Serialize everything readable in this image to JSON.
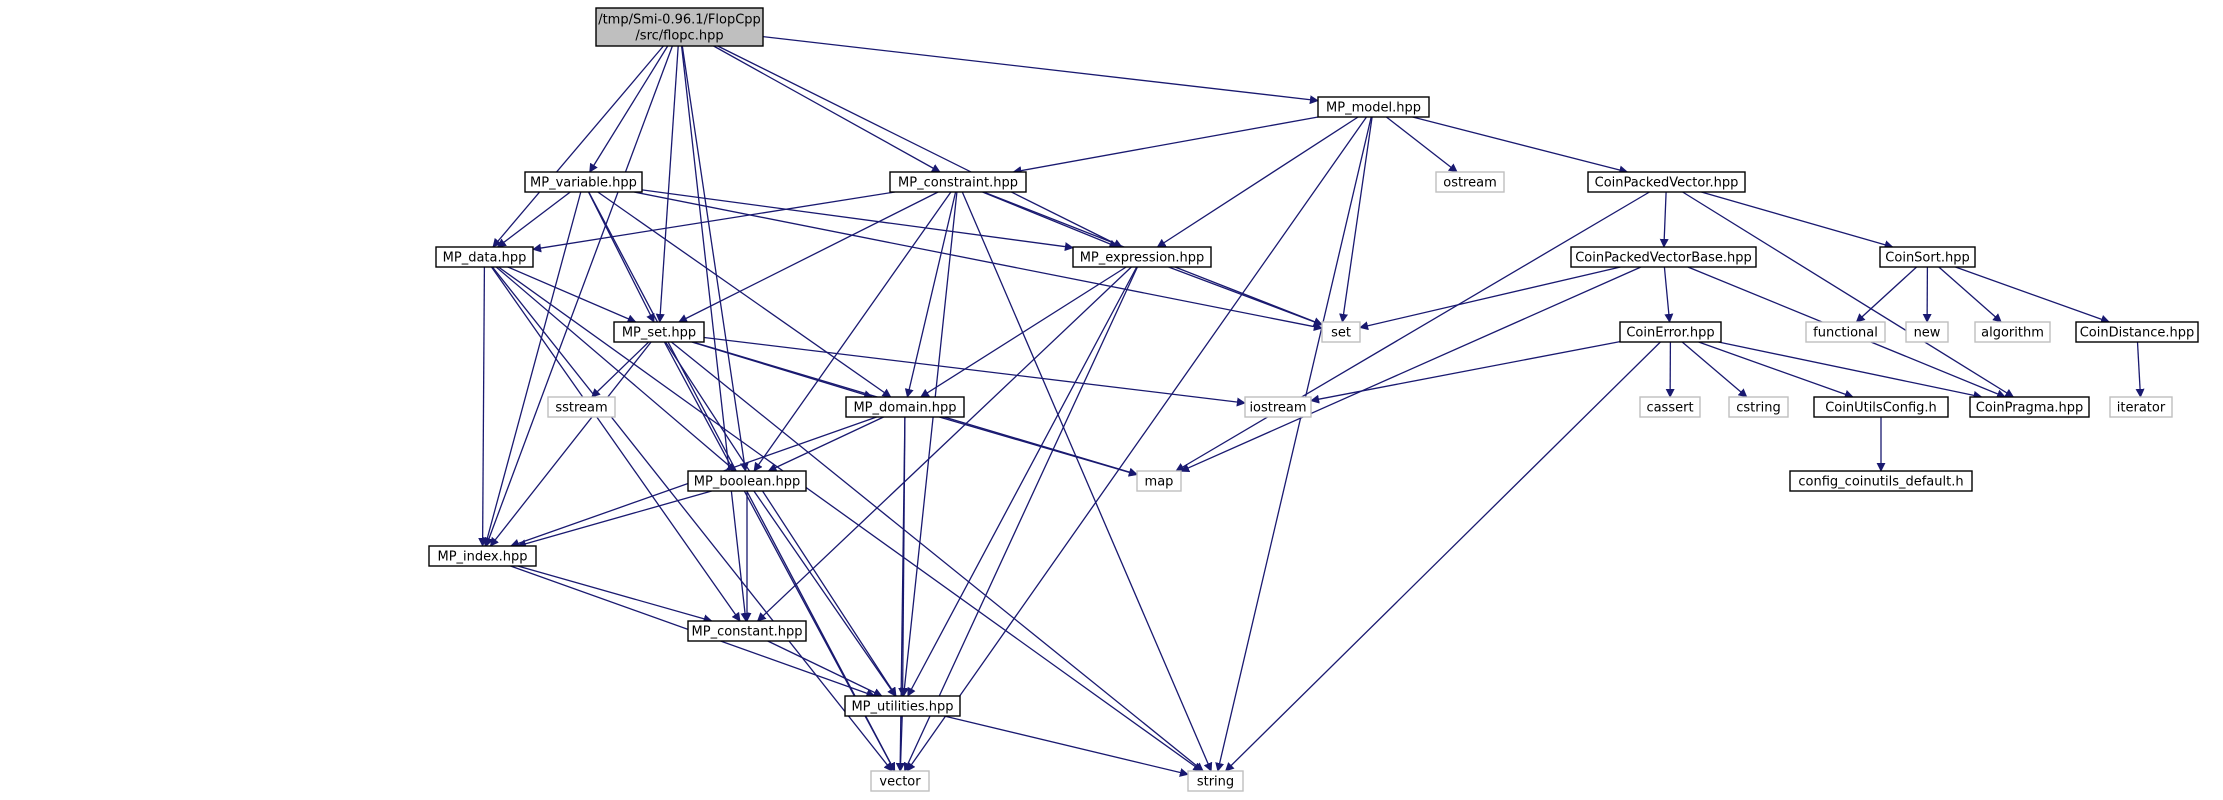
{
  "diagram": {
    "edge_color": "#191970",
    "main_fill": "#bfbfbf",
    "system_border": "#bfbfbf",
    "nodes": [
      {
        "id": "flopc",
        "lines": [
          "/tmp/Smi-0.96.1/FlopCpp",
          "/src/flopc.hpp"
        ],
        "kind": "main"
      },
      {
        "id": "mp_model",
        "lines": [
          "MP_model.hpp"
        ],
        "kind": "file"
      },
      {
        "id": "mp_variable",
        "lines": [
          "MP_variable.hpp"
        ],
        "kind": "file"
      },
      {
        "id": "mp_constraint",
        "lines": [
          "MP_constraint.hpp"
        ],
        "kind": "file"
      },
      {
        "id": "ostream",
        "lines": [
          "ostream"
        ],
        "kind": "system"
      },
      {
        "id": "coinpackedvector",
        "lines": [
          "CoinPackedVector.hpp"
        ],
        "kind": "file"
      },
      {
        "id": "mp_data",
        "lines": [
          "MP_data.hpp"
        ],
        "kind": "file"
      },
      {
        "id": "mp_expression",
        "lines": [
          "MP_expression.hpp"
        ],
        "kind": "file"
      },
      {
        "id": "coinpackedvectorbase",
        "lines": [
          "CoinPackedVectorBase.hpp"
        ],
        "kind": "file"
      },
      {
        "id": "coinsort",
        "lines": [
          "CoinSort.hpp"
        ],
        "kind": "file"
      },
      {
        "id": "mp_set",
        "lines": [
          "MP_set.hpp"
        ],
        "kind": "file"
      },
      {
        "id": "set",
        "lines": [
          "set"
        ],
        "kind": "system"
      },
      {
        "id": "coinerror",
        "lines": [
          "CoinError.hpp"
        ],
        "kind": "file"
      },
      {
        "id": "functional",
        "lines": [
          "functional"
        ],
        "kind": "system"
      },
      {
        "id": "new",
        "lines": [
          "new"
        ],
        "kind": "system"
      },
      {
        "id": "algorithm",
        "lines": [
          "algorithm"
        ],
        "kind": "system"
      },
      {
        "id": "coindistance",
        "lines": [
          "CoinDistance.hpp"
        ],
        "kind": "file"
      },
      {
        "id": "sstream",
        "lines": [
          "sstream"
        ],
        "kind": "system"
      },
      {
        "id": "mp_domain",
        "lines": [
          "MP_domain.hpp"
        ],
        "kind": "file"
      },
      {
        "id": "iostream",
        "lines": [
          "iostream"
        ],
        "kind": "system"
      },
      {
        "id": "cassert",
        "lines": [
          "cassert"
        ],
        "kind": "system"
      },
      {
        "id": "cstring",
        "lines": [
          "cstring"
        ],
        "kind": "system"
      },
      {
        "id": "coinutilsconfig",
        "lines": [
          "CoinUtilsConfig.h"
        ],
        "kind": "file"
      },
      {
        "id": "coinpragma",
        "lines": [
          "CoinPragma.hpp"
        ],
        "kind": "file"
      },
      {
        "id": "iterator",
        "lines": [
          "iterator"
        ],
        "kind": "system"
      },
      {
        "id": "mp_boolean",
        "lines": [
          "MP_boolean.hpp"
        ],
        "kind": "file"
      },
      {
        "id": "map",
        "lines": [
          "map"
        ],
        "kind": "system"
      },
      {
        "id": "config_coinutils",
        "lines": [
          "config_coinutils_default.h"
        ],
        "kind": "file"
      },
      {
        "id": "mp_index",
        "lines": [
          "MP_index.hpp"
        ],
        "kind": "file"
      },
      {
        "id": "mp_constant",
        "lines": [
          "MP_constant.hpp"
        ],
        "kind": "file"
      },
      {
        "id": "mp_utilities",
        "lines": [
          "MP_utilities.hpp"
        ],
        "kind": "file"
      },
      {
        "id": "vector",
        "lines": [
          "vector"
        ],
        "kind": "system"
      },
      {
        "id": "string",
        "lines": [
          "string"
        ],
        "kind": "system"
      }
    ],
    "edges": [
      [
        "flopc",
        "mp_model"
      ],
      [
        "flopc",
        "mp_variable"
      ],
      [
        "flopc",
        "mp_constraint"
      ],
      [
        "flopc",
        "mp_data"
      ],
      [
        "flopc",
        "mp_expression"
      ],
      [
        "flopc",
        "mp_set"
      ],
      [
        "flopc",
        "mp_boolean"
      ],
      [
        "flopc",
        "mp_index"
      ],
      [
        "flopc",
        "mp_constant"
      ],
      [
        "mp_model",
        "mp_constraint"
      ],
      [
        "mp_model",
        "mp_expression"
      ],
      [
        "mp_model",
        "ostream"
      ],
      [
        "mp_model",
        "coinpackedvector"
      ],
      [
        "mp_model",
        "set"
      ],
      [
        "mp_model",
        "vector"
      ],
      [
        "mp_model",
        "string"
      ],
      [
        "mp_variable",
        "mp_data"
      ],
      [
        "mp_variable",
        "mp_set"
      ],
      [
        "mp_variable",
        "mp_expression"
      ],
      [
        "mp_variable",
        "mp_domain"
      ],
      [
        "mp_variable",
        "mp_index"
      ],
      [
        "mp_variable",
        "set"
      ],
      [
        "mp_variable",
        "vector"
      ],
      [
        "mp_constraint",
        "mp_data"
      ],
      [
        "mp_constraint",
        "mp_set"
      ],
      [
        "mp_constraint",
        "mp_expression"
      ],
      [
        "mp_constraint",
        "mp_domain"
      ],
      [
        "mp_constraint",
        "mp_boolean"
      ],
      [
        "mp_constraint",
        "mp_utilities"
      ],
      [
        "mp_constraint",
        "set"
      ],
      [
        "mp_constraint",
        "string"
      ],
      [
        "mp_data",
        "mp_set"
      ],
      [
        "mp_data",
        "mp_boolean"
      ],
      [
        "mp_data",
        "mp_index"
      ],
      [
        "mp_data",
        "mp_constant"
      ],
      [
        "mp_data",
        "vector"
      ],
      [
        "mp_data",
        "string"
      ],
      [
        "mp_expression",
        "mp_domain"
      ],
      [
        "mp_expression",
        "mp_constant"
      ],
      [
        "mp_expression",
        "mp_utilities"
      ],
      [
        "mp_expression",
        "set"
      ],
      [
        "mp_expression",
        "vector"
      ],
      [
        "mp_set",
        "sstream"
      ],
      [
        "mp_set",
        "mp_domain"
      ],
      [
        "mp_set",
        "iostream"
      ],
      [
        "mp_set",
        "map"
      ],
      [
        "mp_set",
        "mp_index"
      ],
      [
        "mp_set",
        "mp_utilities"
      ],
      [
        "mp_set",
        "vector"
      ],
      [
        "mp_set",
        "string"
      ],
      [
        "mp_domain",
        "mp_boolean"
      ],
      [
        "mp_domain",
        "mp_index"
      ],
      [
        "mp_domain",
        "map"
      ],
      [
        "mp_domain",
        "mp_utilities"
      ],
      [
        "mp_domain",
        "vector"
      ],
      [
        "mp_boolean",
        "mp_index"
      ],
      [
        "mp_boolean",
        "mp_constant"
      ],
      [
        "mp_boolean",
        "mp_utilities"
      ],
      [
        "mp_index",
        "mp_constant"
      ],
      [
        "mp_index",
        "mp_utilities"
      ],
      [
        "mp_constant",
        "mp_utilities"
      ],
      [
        "mp_utilities",
        "vector"
      ],
      [
        "mp_utilities",
        "string"
      ],
      [
        "coinpackedvector",
        "coinpackedvectorbase"
      ],
      [
        "coinpackedvector",
        "coinsort"
      ],
      [
        "coinpackedvector",
        "map"
      ],
      [
        "coinpackedvector",
        "coinpragma"
      ],
      [
        "coinpackedvectorbase",
        "set"
      ],
      [
        "coinpackedvectorbase",
        "coinerror"
      ],
      [
        "coinpackedvectorbase",
        "map"
      ],
      [
        "coinpackedvectorbase",
        "coinpragma"
      ],
      [
        "coinsort",
        "functional"
      ],
      [
        "coinsort",
        "new"
      ],
      [
        "coinsort",
        "algorithm"
      ],
      [
        "coinsort",
        "coindistance"
      ],
      [
        "coindistance",
        "iterator"
      ],
      [
        "coinerror",
        "iostream"
      ],
      [
        "coinerror",
        "cassert"
      ],
      [
        "coinerror",
        "cstring"
      ],
      [
        "coinerror",
        "coinutilsconfig"
      ],
      [
        "coinerror",
        "coinpragma"
      ],
      [
        "coinerror",
        "string"
      ],
      [
        "coinutilsconfig",
        "config_coinutils"
      ]
    ]
  }
}
